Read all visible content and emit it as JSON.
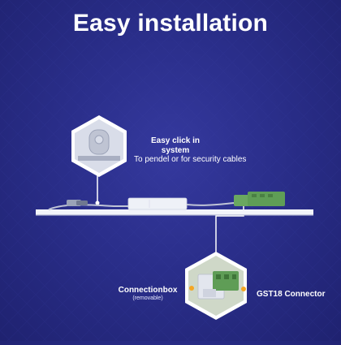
{
  "title": "Easy installation",
  "callouts": {
    "easy_click": {
      "heading": "Easy click in system",
      "text": "To pendel or for security cables"
    },
    "connection_box": {
      "heading": "Connectionbox",
      "sub": "(removable)"
    },
    "gst18": {
      "heading": "GST18 Connector"
    }
  },
  "colors": {
    "background": "#2a2e8a",
    "text": "#ffffff",
    "accent": "#f5a623",
    "connector_green": "#5f9d56",
    "panel_white": "#eef1f7"
  },
  "icons": {
    "top_hex": "eyelet-hook-icon",
    "bottom_hex": "connector-block-icon",
    "pointer_dot": "orange-dot-icon"
  }
}
